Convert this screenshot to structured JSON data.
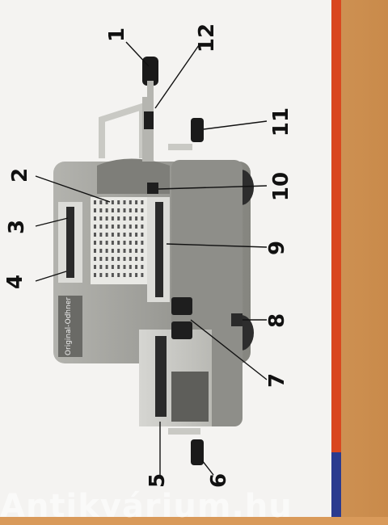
{
  "callouts": [
    "1",
    "2",
    "3",
    "4",
    "5",
    "6",
    "7",
    "8",
    "9",
    "10",
    "11",
    "12"
  ],
  "brand_plate": "Original-Odhner",
  "watermark": "Antikvárium.hu",
  "colors": {
    "page": "#f4f3f1",
    "wood": "#d99a5a",
    "cover_red": "#d9471f",
    "cover_blue": "#2a3b8f",
    "machine_body": "#9a9a96",
    "machine_dark": "#3a3a3a"
  }
}
